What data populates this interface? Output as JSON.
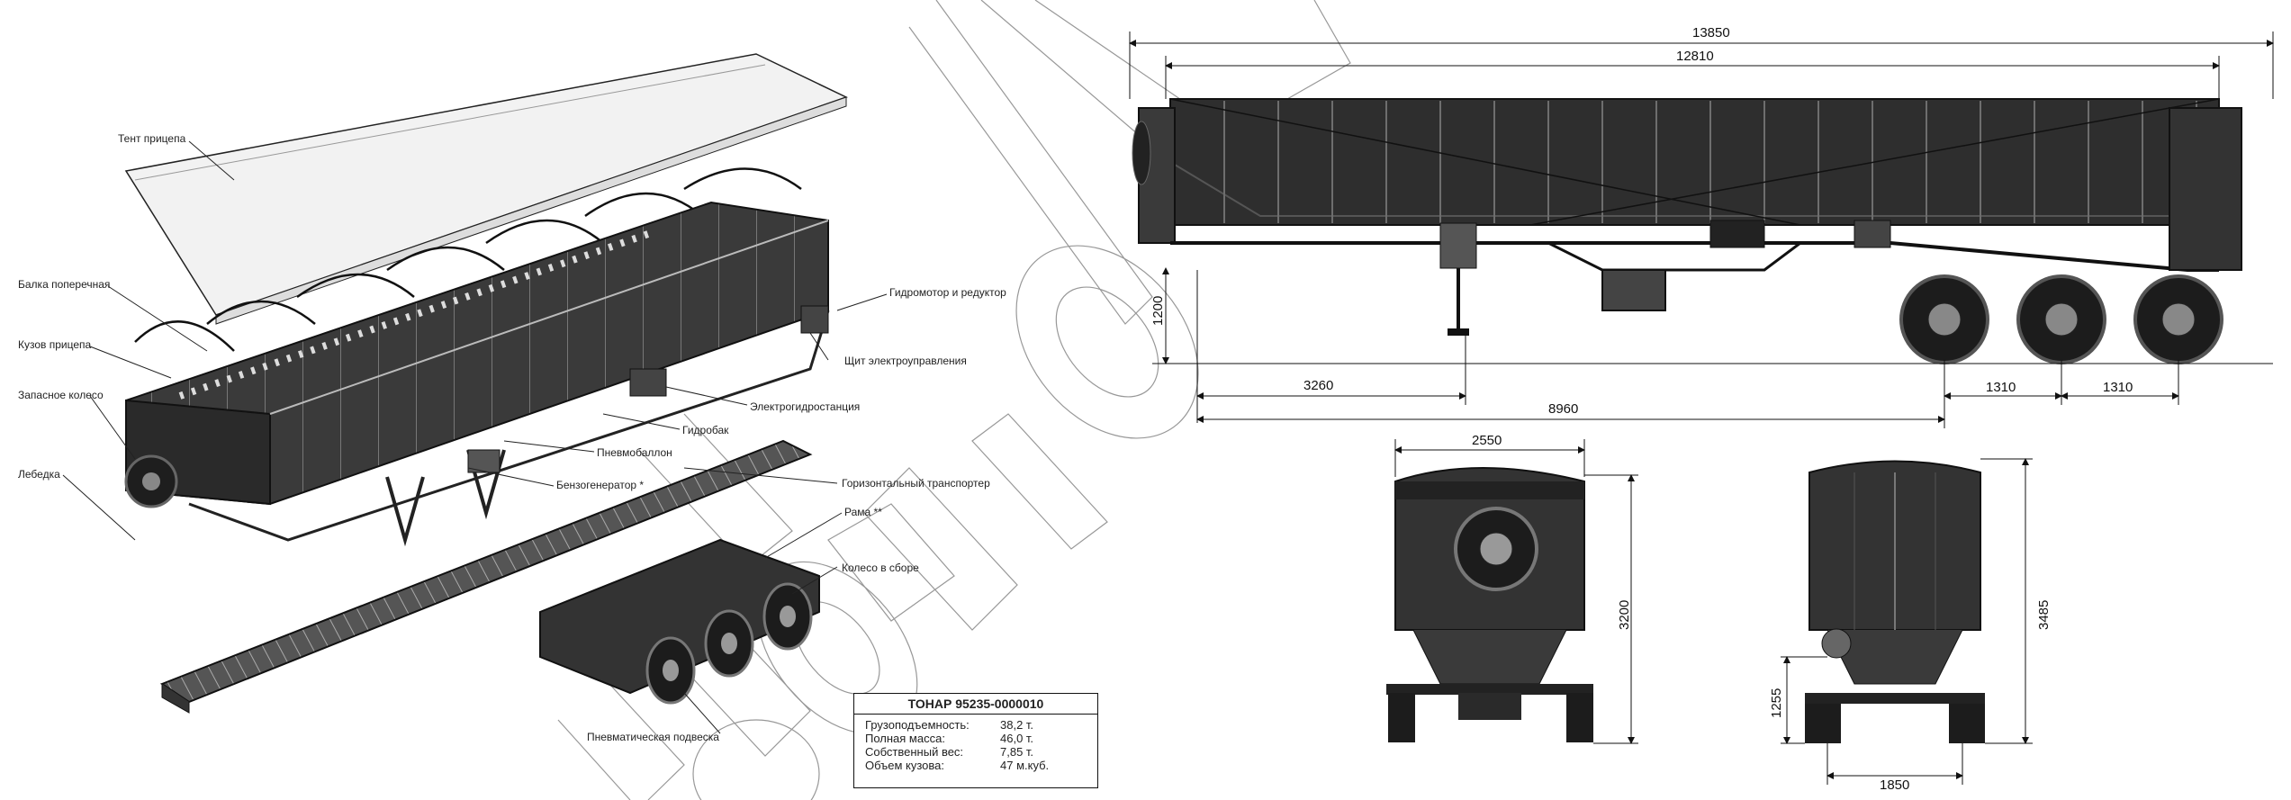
{
  "left_labels": {
    "tent": "Тент прицепа",
    "beam": "Балка поперечная",
    "body": "Кузов прицепа",
    "spare": "Запасное колесо",
    "winch": "Лебедка",
    "hydromotor": "Гидромотор и редуктор",
    "panel": "Щит электроуправления",
    "hydrostation": "Электрогидростанция",
    "tank": "Гидробак",
    "airtank": "Пневмобаллон",
    "generator": "Бензогенератор *",
    "conveyor": "Горизонтальный транспортер",
    "frame": "Рама **",
    "wheel": "Колесо в сборе",
    "suspension": "Пневматическая подвеска"
  },
  "dimensions": {
    "total_length": "13850",
    "body_length": "12810",
    "height_front": "1200",
    "kingpin_to_leg": "3260",
    "kingpin_to_axle": "8960",
    "axle_spacing_1": "1310",
    "axle_spacing_2": "1310",
    "front_width": "2550",
    "front_height": "3200",
    "rear_height": "3485",
    "rear_bumper_height": "1255",
    "track_width": "1850"
  },
  "spec": {
    "title": "ТОНАР 95235-0000010",
    "rows": [
      {
        "k": "Грузоподъемность:",
        "v": "38,2 т."
      },
      {
        "k": "Полная масса:",
        "v": "46,0 т."
      },
      {
        "k": "Собственный вес:",
        "v": "7,85 т."
      },
      {
        "k": "Объем кузова:",
        "v": "47 м.куб."
      }
    ]
  },
  "watermark": "ao-kar"
}
